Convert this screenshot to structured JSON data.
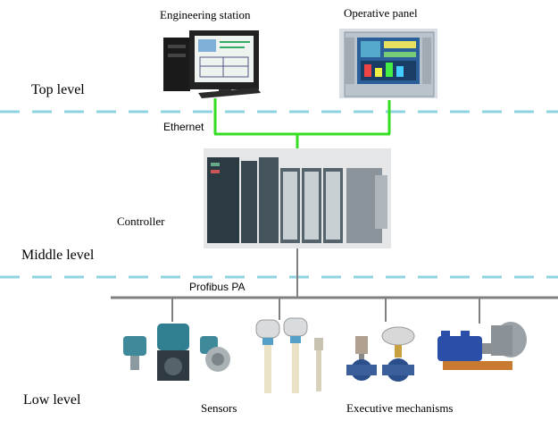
{
  "levels": {
    "top": "Top level",
    "middle": "Middle level",
    "low": "Low level"
  },
  "devices": {
    "engineering_station": "Engineering station",
    "operative_panel": "Operative panel",
    "controller": "Controller",
    "sensors": "Sensors",
    "executive_mechanisms": "Executive mechanisms"
  },
  "networks": {
    "ethernet": "Ethernet",
    "profibus": "Profibus PA"
  },
  "colors": {
    "level_divider": "#8fd3e0",
    "ethernet": "#33dd22",
    "profibus": "#808080"
  }
}
